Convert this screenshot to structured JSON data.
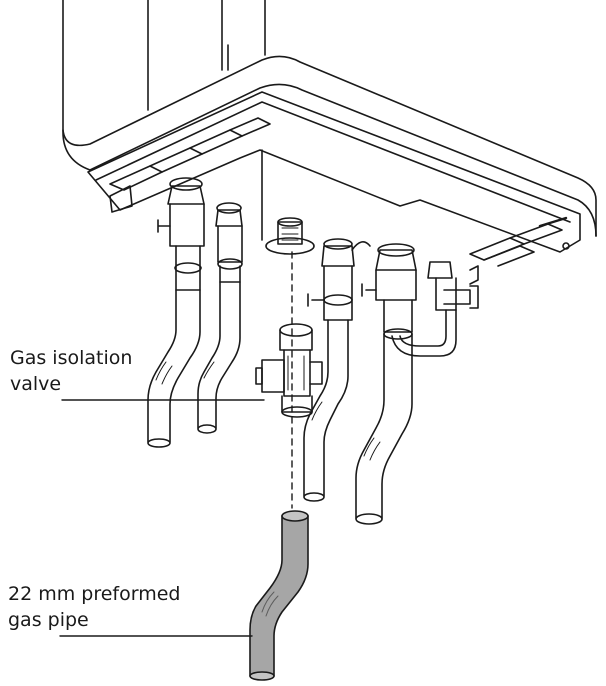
{
  "labels": {
    "gas_valve": [
      "Gas isolation",
      "valve"
    ],
    "gas_pipe": [
      "22 mm preformed",
      "gas pipe"
    ]
  },
  "colors": {
    "line": "#1a1a1a",
    "highlight": "#a6a6a6",
    "background": "#ffffff"
  }
}
